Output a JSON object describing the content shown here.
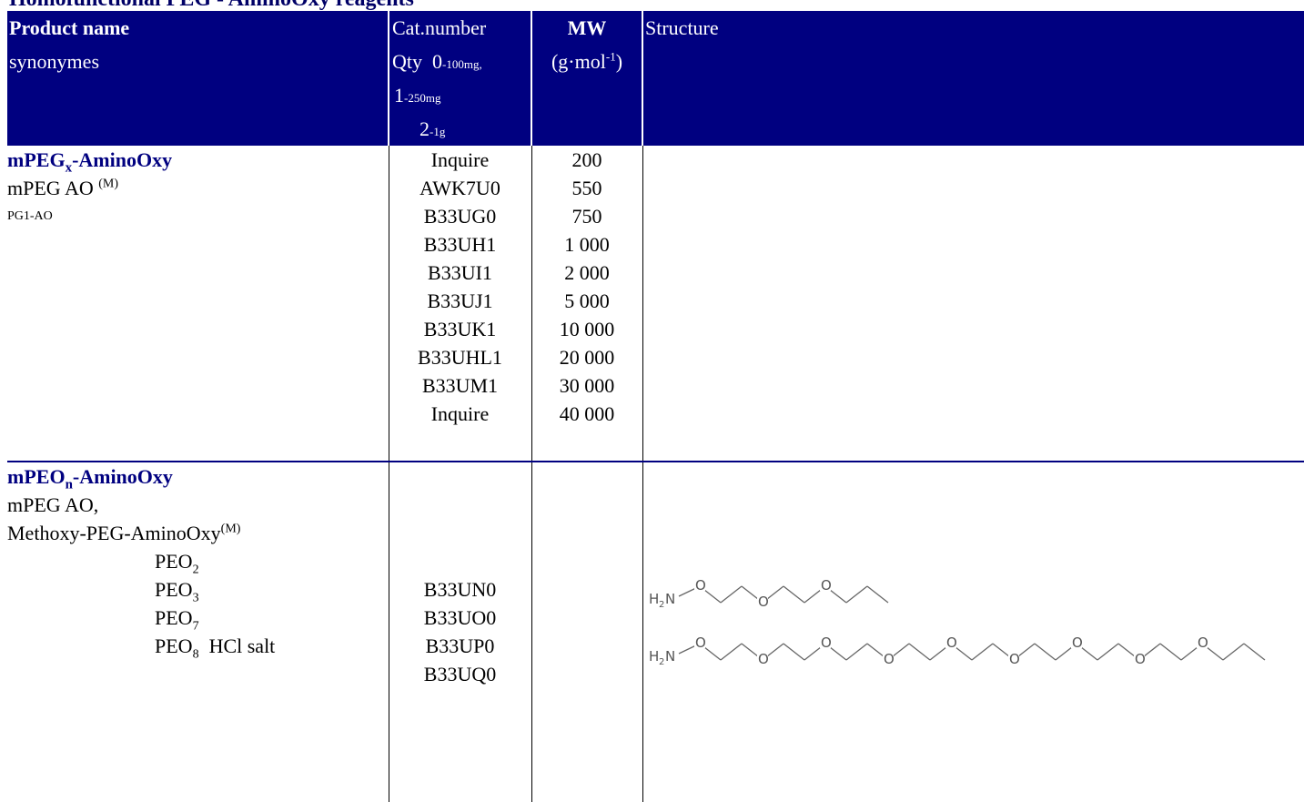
{
  "document": {
    "title": "Homofunctional PEG - AminoOxy reagents"
  },
  "header": {
    "product_name": "Product name",
    "synonymes": "synonymes",
    "cat_number": "Cat.number",
    "qty_label": "Qty",
    "qty_0_num": "0",
    "qty_0_unit": "-100mg,",
    "qty_1_num": "1",
    "qty_1_unit": "-250mg",
    "qty_2_num": "2",
    "qty_2_unit": "-1g",
    "mw": "MW",
    "mw_unit_pre": "(g·mol",
    "mw_unit_exp": "-1",
    "mw_unit_post": ")",
    "structure": "Structure"
  },
  "section1": {
    "name_pre": "mPEG",
    "name_sub": "x",
    "name_post": "-AminoOxy",
    "syn1": "mPEG AO",
    "syn1_sup": "(M)",
    "syn2": "PG1-AO",
    "rows": [
      {
        "cat": "Inquire",
        "mw": "200"
      },
      {
        "cat": "AWK7U0",
        "mw": "550"
      },
      {
        "cat": "B33UG0",
        "mw": "750"
      },
      {
        "cat": "B33UH1",
        "mw": "1 000"
      },
      {
        "cat": "B33UI1",
        "mw": "2 000"
      },
      {
        "cat": "B33UJ1",
        "mw": "5 000"
      },
      {
        "cat": "B33UK1",
        "mw": "10 000"
      },
      {
        "cat": "B33UHL1",
        "mw": "20 000"
      },
      {
        "cat": "B33UM1",
        "mw": "30 000"
      },
      {
        "cat": "Inquire",
        "mw": "40 000"
      }
    ]
  },
  "section2": {
    "name_pre": "mPEO",
    "name_sub": "n",
    "name_post": "-AminoOxy",
    "syn1": "mPEG AO,",
    "syn2": "Methoxy-PEG-AminoOxy",
    "syn2_sup": "(M)",
    "items": [
      {
        "base": "PEO",
        "sub": "2",
        "suffix": "",
        "cat": "B33UN0"
      },
      {
        "base": "PEO",
        "sub": "3",
        "suffix": "",
        "cat": "B33UO0"
      },
      {
        "base": "PEO",
        "sub": "7",
        "suffix": "",
        "cat": "B33UP0"
      },
      {
        "base": "PEO",
        "sub": "8",
        "suffix": "  HCl salt",
        "cat": "B33UQ0"
      }
    ],
    "structure_labels": {
      "amine_h": "H",
      "amine_sub": "2",
      "amine_n": "N",
      "oxygen": "O"
    }
  },
  "colors": {
    "header_bg": "#000080",
    "header_text": "#ffffff",
    "product_name_color": "#000080",
    "title_color": "#000066"
  }
}
